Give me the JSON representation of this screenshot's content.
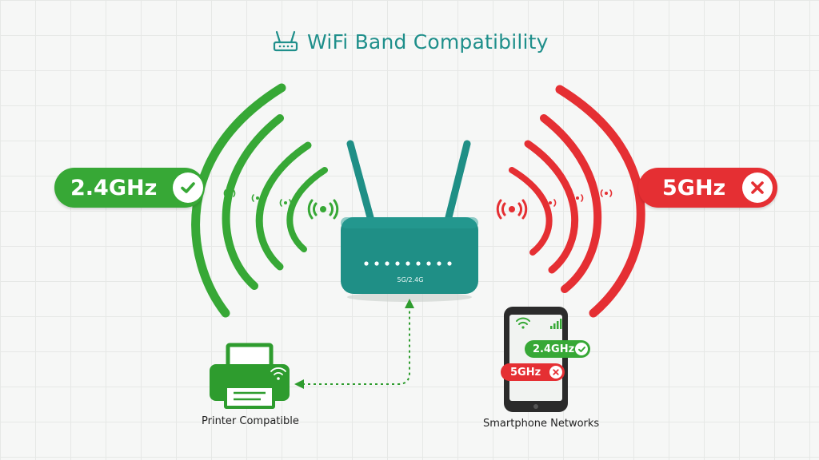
{
  "title": {
    "text": "WiFi Band Compatibility",
    "icon": "router-icon"
  },
  "bands": {
    "left": {
      "label": "2.4GHz",
      "status": "compatible",
      "status_icon": "check-icon",
      "color": "#37a836"
    },
    "right": {
      "label": "5GHz",
      "status": "incompatible",
      "status_icon": "x-icon",
      "color": "#e52f33"
    }
  },
  "router": {
    "label": "5G/2.4G",
    "color": "#1f8f86",
    "indicator_lights": 9
  },
  "printer": {
    "caption": "Printer Compatible",
    "icon": "printer-icon",
    "color": "#2e9c2e"
  },
  "phone": {
    "caption": "Smartphone Networks",
    "icon": "smartphone-icon",
    "bands": [
      {
        "label": "2.4GHz",
        "status_icon": "check-icon",
        "color": "#37a836"
      },
      {
        "label": "5GHz",
        "status_icon": "x-icon",
        "color": "#e52f33"
      }
    ]
  },
  "colors": {
    "accent_teal": "#1f8f8b",
    "compatible_green": "#37a836",
    "incompatible_red": "#e52f33"
  }
}
